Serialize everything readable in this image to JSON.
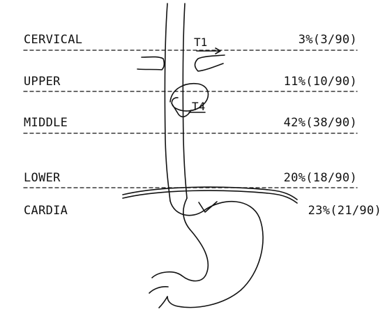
{
  "regions": [
    {
      "label": "CERVICAL",
      "percent": "3%(3/90)"
    },
    {
      "label": "UPPER",
      "percent": "11%(10/90)"
    },
    {
      "label": "MIDDLE",
      "percent": "42%(38/90)"
    },
    {
      "label": "LOWER",
      "percent": "20%(18/90)"
    },
    {
      "label": "CARDIA",
      "percent": "23%(21/90)"
    }
  ],
  "vertebrae": {
    "t1": "T1",
    "t4": "T4"
  },
  "colors": {
    "line": "#111111",
    "background": "#ffffff"
  }
}
